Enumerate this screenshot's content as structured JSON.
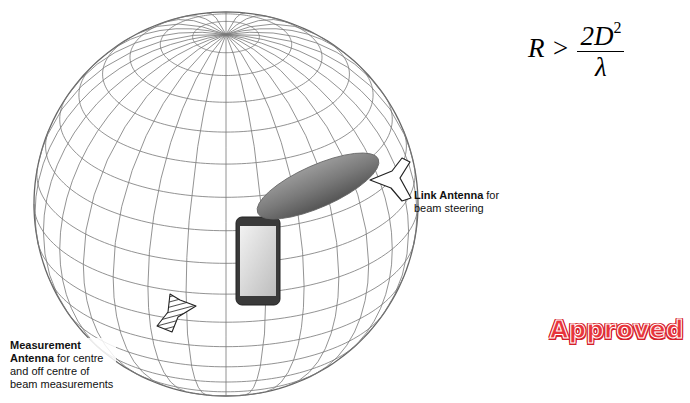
{
  "diagram": {
    "labels": [
      "Link Antenna",
      "for beam steering",
      "Measurement Antenna",
      "for centre and off centre of beam measurements",
      "R >",
      "2D",
      "2",
      "λ",
      "Approved"
    ]
  }
}
